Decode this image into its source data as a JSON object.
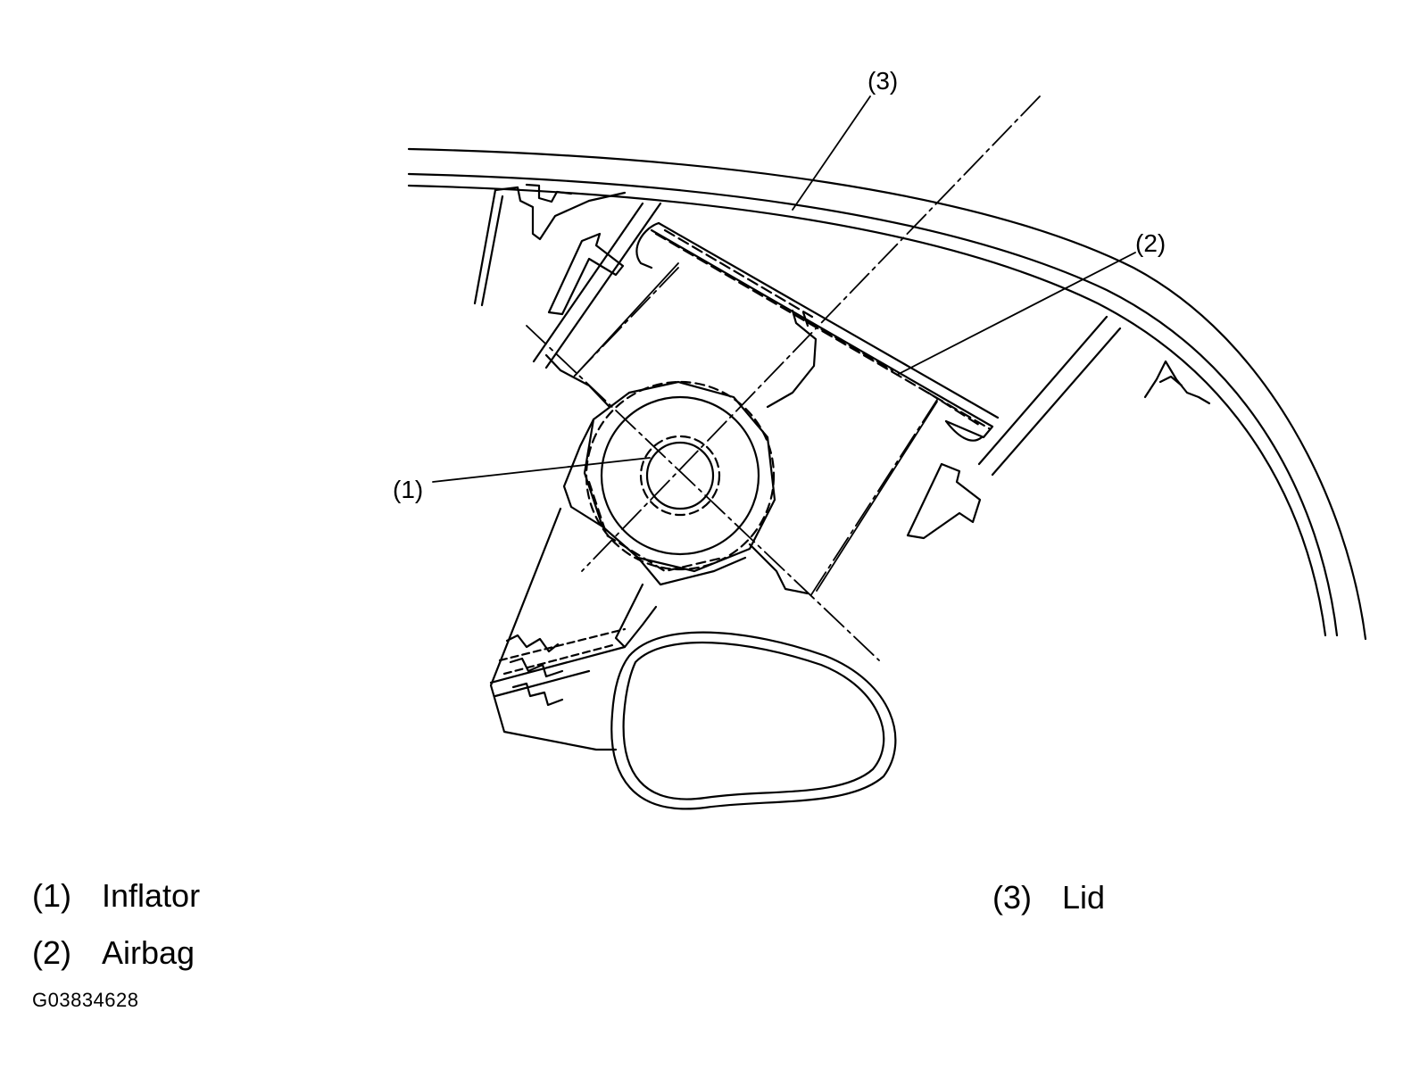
{
  "diagram": {
    "callouts": [
      {
        "id": "1",
        "label": "(1)"
      },
      {
        "id": "2",
        "label": "(2)"
      },
      {
        "id": "3",
        "label": "(3)"
      }
    ]
  },
  "legend": {
    "items": [
      {
        "number": "(1)",
        "name": "Inflator"
      },
      {
        "number": "(2)",
        "name": "Airbag"
      },
      {
        "number": "(3)",
        "name": "Lid"
      }
    ]
  },
  "figure_id": "G03834628",
  "colors": {
    "line": "#000000",
    "background": "#ffffff"
  }
}
